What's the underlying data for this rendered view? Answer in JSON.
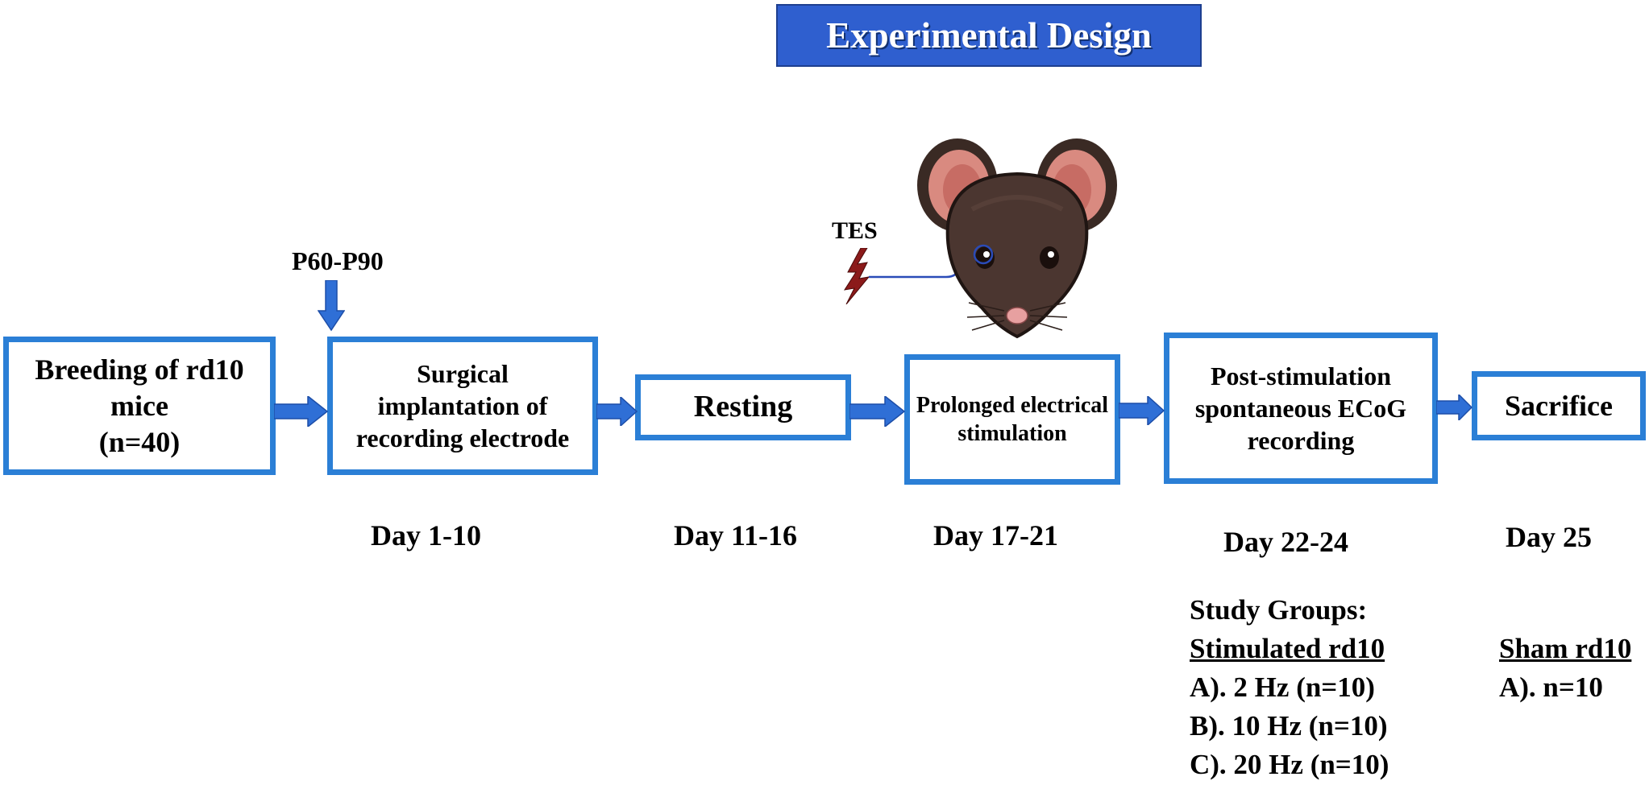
{
  "title": "Experimental Design",
  "p_label": "P60-P90",
  "tes_label": "TES",
  "steps": [
    {
      "lines": [
        "Breeding of rd10",
        "mice",
        "(n=40)"
      ]
    },
    {
      "lines": [
        "Surgical",
        "implantation of",
        "recording electrode"
      ]
    },
    {
      "lines": [
        "Resting"
      ]
    },
    {
      "lines": [
        "Prolonged electrical",
        "stimulation"
      ]
    },
    {
      "lines": [
        "Post-stimulation",
        "spontaneous ECoG",
        "recording"
      ]
    },
    {
      "lines": [
        "Sacrifice"
      ]
    }
  ],
  "days": [
    "Day 1-10",
    "Day 11-16",
    "Day 17-21",
    "Day 22-24",
    "Day 25"
  ],
  "study_groups": {
    "heading": "Study Groups:",
    "stimulated": {
      "title": "Stimulated rd10",
      "items": [
        "A). 2 Hz (n=10)",
        "B). 10 Hz (n=10)",
        "C). 20 Hz (n=10)"
      ]
    },
    "sham": {
      "title": "Sham rd10",
      "items": [
        "A). n=10"
      ]
    }
  },
  "colors": {
    "box_border": "#2b7fd6",
    "arrow": "#2f6fd6",
    "title_bg": "#2f5fcf",
    "bolt": "#8b1a1a"
  },
  "icons": {
    "mouse": "mouse-head-icon",
    "bolt": "lightning-bolt-icon"
  }
}
